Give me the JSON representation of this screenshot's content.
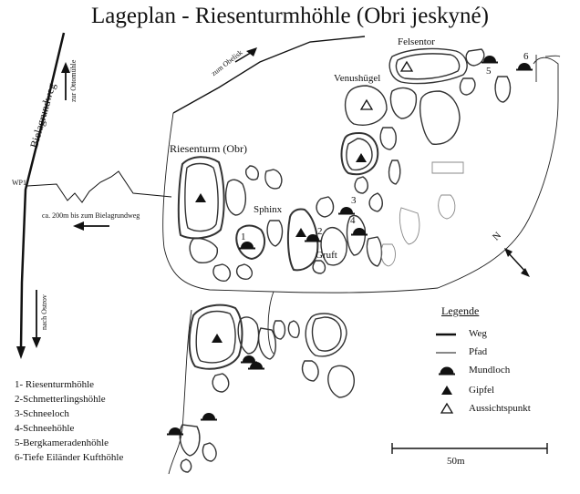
{
  "title": "Lageplan - Riesenturmhöhle (Obri jeskyné)",
  "roads": {
    "bielagrundweg": "Bielagrundweg",
    "zur_ottomuhle": "zur Ottomühle",
    "zum_obelisk": "zum Obelisk",
    "nach_ostrov": "nach Ostrov",
    "wp1": "WP1",
    "to_bielagrundweg": "ca. 200m bis zum Bielagrundweg"
  },
  "places": {
    "riesenturm": "Riesenturm (Obr)",
    "sphinx": "Sphinx",
    "gruft": "Gruft",
    "venushugel": "Venushügel",
    "felsentor": "Felsentor"
  },
  "cave_markers": [
    "1",
    "2",
    "3",
    "4",
    "5",
    "6"
  ],
  "north": "N",
  "legend": {
    "title": "Legende",
    "items": [
      {
        "label": "Weg",
        "symbol": "thick-line"
      },
      {
        "label": "Pfad",
        "symbol": "thin-line"
      },
      {
        "label": "Mundloch",
        "symbol": "cave-entrance-icon"
      },
      {
        "label": "Gipfel",
        "symbol": "summit-icon"
      },
      {
        "label": "Aussichtspunkt",
        "symbol": "viewpoint-icon"
      }
    ]
  },
  "caves": [
    "1- Riesenturmhöhle",
    "2-Schmetterlingshöhle",
    "3-Schneeloch",
    "4-Schneehöhle",
    "5-Bergkameradenhöhle",
    "6-Tiefe Eiländer Kufthöhle"
  ],
  "scale": "50m"
}
